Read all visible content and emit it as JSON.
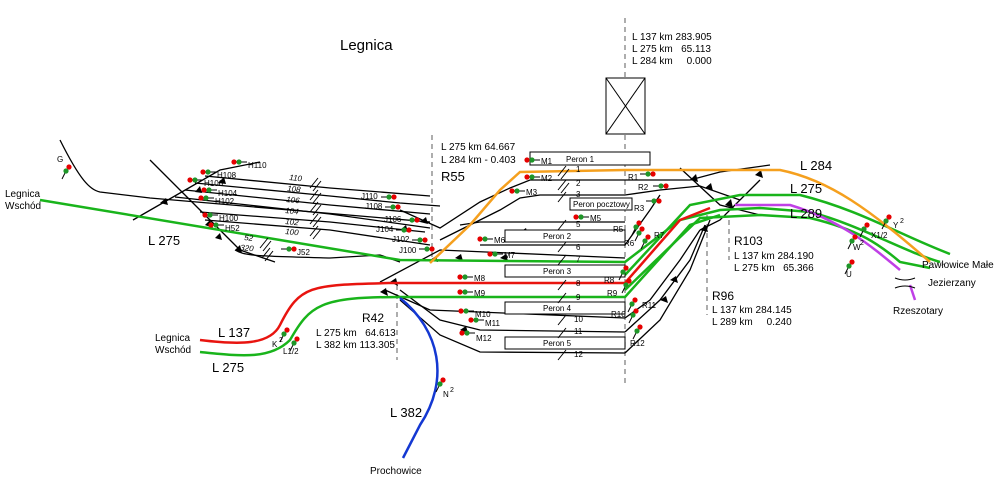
{
  "station_name": "Legnica",
  "colors": {
    "line_137": "#e8140f",
    "line_275": "#19b41b",
    "line_284": "#f5a01e",
    "line_289": "#c040e6",
    "line_382": "#1438d2",
    "track": "#000000",
    "signal_red": "#e60000",
    "signal_green": "#1e9628"
  },
  "line_labels": {
    "l275_west": "L 275",
    "l137_sw": "L 137",
    "l275_sw": "L 275",
    "l382": "L 382",
    "l284": "L 284",
    "l275_east": "L 275",
    "l289": "L 289"
  },
  "destinations": {
    "legnica_wschod_nw_1": "Legnica",
    "legnica_wschod_nw_2": "Wschód",
    "legnica_wschod_sw_1": "Legnica",
    "legnica_wschod_sw_2": "Wschód",
    "prochowice": "Prochowice",
    "pawlowice": "Pawłowice Małe",
    "jezierzany": "Jezierzany",
    "rzeszotary": "Rzeszotary"
  },
  "kilometrage": {
    "r55": {
      "name": "R55",
      "lines": [
        "L 275 km 64.667",
        "L 284 km - 0.403"
      ]
    },
    "axis": {
      "lines": [
        "L 137 km 283.905",
        "L 275 km   65.113",
        "L 284 km     0.000"
      ]
    },
    "r42": {
      "name": "R42",
      "lines": [
        "L 275 km   64.613",
        "L 382 km 113.305"
      ]
    },
    "r103": {
      "name": "R103",
      "lines": [
        "L 137 km 284.190",
        "L 275 km   65.366"
      ]
    },
    "r96": {
      "name": "R96",
      "lines": [
        "L 137 km 284.145",
        "L 289 km     0.240"
      ]
    }
  },
  "platforms": [
    "Peron 1",
    "Peron pocztowy",
    "Peron 2",
    "Peron 3",
    "Peron 4",
    "Peron 5"
  ],
  "track_numbers_west": [
    "110",
    "108",
    "106",
    "104",
    "102",
    "100",
    "52",
    "320"
  ],
  "track_numbers_main": [
    "1",
    "2",
    "3",
    "5",
    "6",
    "7",
    "8",
    "9",
    "10",
    "11",
    "12"
  ],
  "signals": {
    "G": "G",
    "H110": "H110",
    "H108": "H108",
    "H106": "H106",
    "H104": "H104",
    "H102": "H102",
    "H100": "H100",
    "H52": "H52",
    "J110": "J110",
    "J108": "J108",
    "J106": "J106",
    "J104": "J104",
    "J102": "J102",
    "J100": "J100",
    "J52": "J52",
    "M1": "M1",
    "M2": "M2",
    "M3": "M3",
    "M5": "M5",
    "M6": "M6",
    "M7": "M7",
    "M8": "M8",
    "M9": "M9",
    "M10": "M10",
    "M11": "M11",
    "M12": "M12",
    "R1": "R1",
    "R2": "R2",
    "R3": "R3",
    "R5": "R5",
    "R6": "R6",
    "R7": "R7",
    "R8": "R8",
    "R9": "R9",
    "R10": "R10",
    "R11": "R11",
    "R12": "R12",
    "K2": "K",
    "K2_sup": "2",
    "L12": "L1/2",
    "N2": "N",
    "N2_sup": "2",
    "U": "U",
    "W": "W",
    "W_sup": "2",
    "X12": "X1/2",
    "Y2": "Y",
    "Y2_sup": "2"
  }
}
